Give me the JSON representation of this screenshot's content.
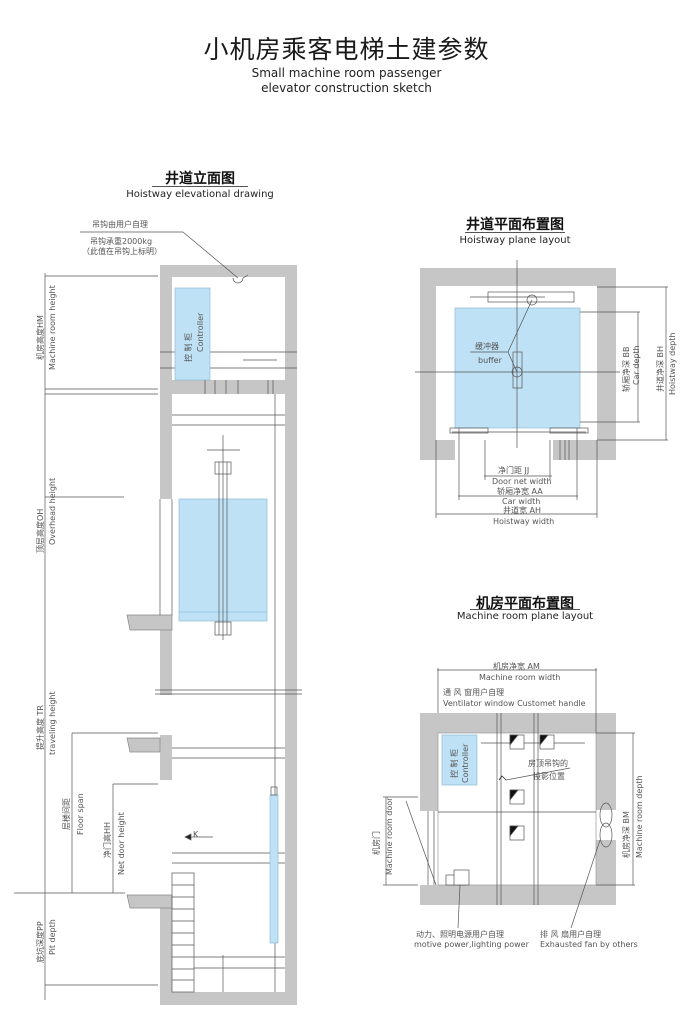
{
  "header": {
    "title_cn": "小机房乘客电梯土建参数",
    "title_en_line1": "Small machine room passenger",
    "title_en_line2": "elevator construction sketch"
  },
  "colors": {
    "wall_gray": "#c6c6c6",
    "car_blue": "#bfe1f5",
    "line": "#555555"
  },
  "elevation": {
    "title_cn": "井道立面图",
    "title_en": "Hoistway elevational drawing",
    "hook_note_1": "吊钩由用户自理",
    "hook_note_2": "吊钩承重2000kg",
    "hook_note_3": "（此值在吊钩上标明）",
    "controller_cn": "控 制 柜",
    "controller_en": "Controller",
    "marker_k": "K",
    "dims": {
      "hm_cn": "机房高度HM",
      "hm_en": "Machine room height",
      "oh_cn": "顶层高度OH",
      "oh_en": "Overhead height",
      "tr_cn": "提升高度 TR",
      "tr_en": "traveling height",
      "floor_cn": "层楼间距",
      "floor_en": "Floor span",
      "hh_cn": "净门高HH",
      "hh_en": "Net door height",
      "pp_cn": "底坑深度PP",
      "pp_en": "Pit depth"
    }
  },
  "hoistway_plan": {
    "title_cn": "井道平面布置图",
    "title_en": "Hoistway plane layout",
    "buffer_cn": "缓冲器",
    "buffer_en": "buffer",
    "dims": {
      "jj_cn": "净门距 JJ",
      "jj_en": "Door net width",
      "aa_cn": "轿厢净宽 AA",
      "aa_en": "Car width",
      "ah_cn": "井道宽 AH",
      "ah_en": "Hoistway width",
      "bb_cn": "轿厢净深 BB",
      "bb_en": "Car depth",
      "bh_cn": "井道净深 BH",
      "bh_en": "Hoistway depth"
    }
  },
  "machine_room_plan": {
    "title_cn": "机房平面布置图",
    "title_en": "Machine room plane layout",
    "am_cn": "机房净宽 AM",
    "am_en": "Machine room width",
    "vent_cn": "通 风 窗用户自理",
    "vent_en": "Ventilator window Customet handle",
    "controller_cn": "控 制 柜",
    "controller_en": "Controller",
    "hook_cn_1": "房顶吊钩的",
    "hook_cn_2": "投影位置",
    "door_cn": "机房门",
    "door_en": "Machine room door",
    "bm_cn": "机房净深 BM",
    "bm_en": "Machine room depth",
    "power_cn": "动力、照明电源用户自理",
    "power_en": "motive power,lighting power",
    "fan_cn": "排 风 扇用户自理",
    "fan_en": "Exhausted fan by others"
  }
}
